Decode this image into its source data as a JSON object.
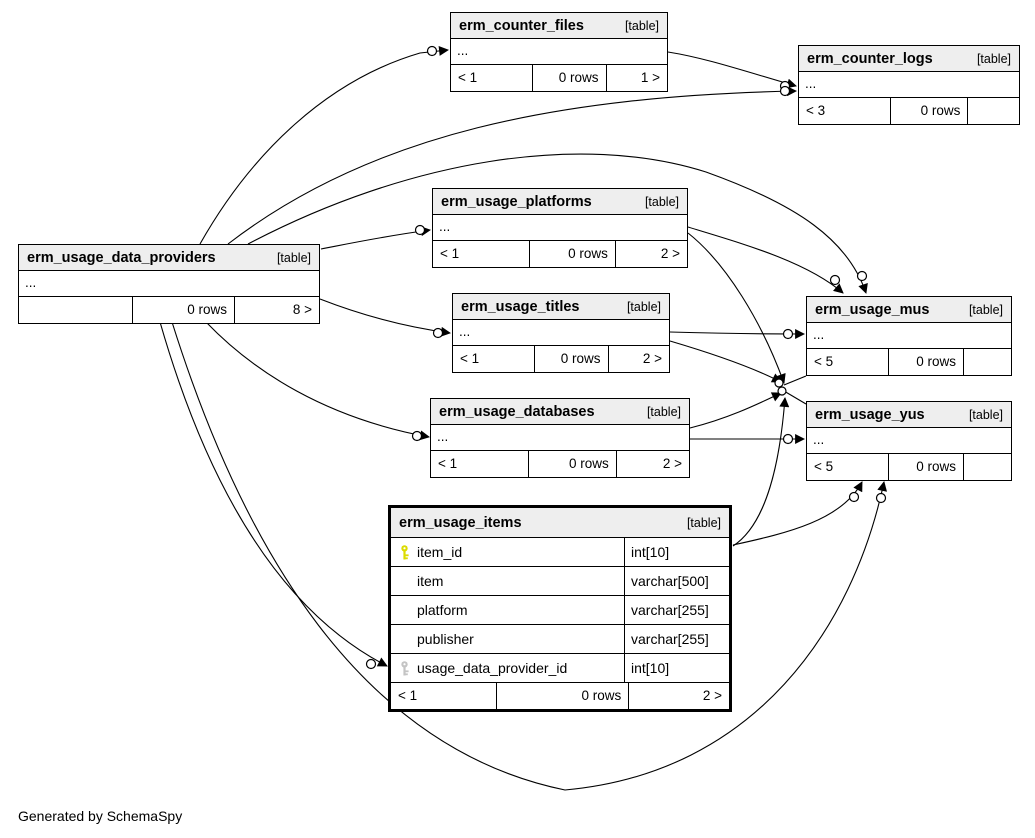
{
  "footer_note": "Generated by SchemaSpy",
  "colors": {
    "header_bg": "#eeeeee",
    "border": "#000000",
    "edge": "#000000",
    "pk_key_fill": "#dcdc00",
    "fk_key_fill": "#c4c4c4"
  },
  "tables": {
    "counter_files": {
      "name": "erm_counter_files",
      "type_label": "[table]",
      "dots": "...",
      "footer": {
        "left": "< 1",
        "center": "0 rows",
        "right": "1 >"
      }
    },
    "counter_logs": {
      "name": "erm_counter_logs",
      "type_label": "[table]",
      "dots": "...",
      "footer": {
        "left": "< 3",
        "center": "0 rows",
        "right": ""
      }
    },
    "platforms": {
      "name": "erm_usage_platforms",
      "type_label": "[table]",
      "dots": "...",
      "footer": {
        "left": "< 1",
        "center": "0 rows",
        "right": "2 >"
      }
    },
    "data_providers": {
      "name": "erm_usage_data_providers",
      "type_label": "[table]",
      "dots": "...",
      "footer": {
        "left": "",
        "center": "0 rows",
        "right": "8 >"
      }
    },
    "titles": {
      "name": "erm_usage_titles",
      "type_label": "[table]",
      "dots": "...",
      "footer": {
        "left": "< 1",
        "center": "0 rows",
        "right": "2 >"
      }
    },
    "mus": {
      "name": "erm_usage_mus",
      "type_label": "[table]",
      "dots": "...",
      "footer": {
        "left": "< 5",
        "center": "0 rows",
        "right": ""
      }
    },
    "databases": {
      "name": "erm_usage_databases",
      "type_label": "[table]",
      "dots": "...",
      "footer": {
        "left": "< 1",
        "center": "0 rows",
        "right": "2 >"
      }
    },
    "yus": {
      "name": "erm_usage_yus",
      "type_label": "[table]",
      "dots": "...",
      "footer": {
        "left": "< 5",
        "center": "0 rows",
        "right": ""
      }
    },
    "items": {
      "name": "erm_usage_items",
      "type_label": "[table]",
      "columns": [
        {
          "name": "item_id",
          "type": "int[10]",
          "key": "pk"
        },
        {
          "name": "item",
          "type": "varchar[500]",
          "key": ""
        },
        {
          "name": "platform",
          "type": "varchar[255]",
          "key": ""
        },
        {
          "name": "publisher",
          "type": "varchar[255]",
          "key": ""
        },
        {
          "name": "usage_data_provider_id",
          "type": "int[10]",
          "key": "fk"
        }
      ],
      "footer": {
        "left": "< 1",
        "center": "0 rows",
        "right": "2 >"
      }
    }
  }
}
